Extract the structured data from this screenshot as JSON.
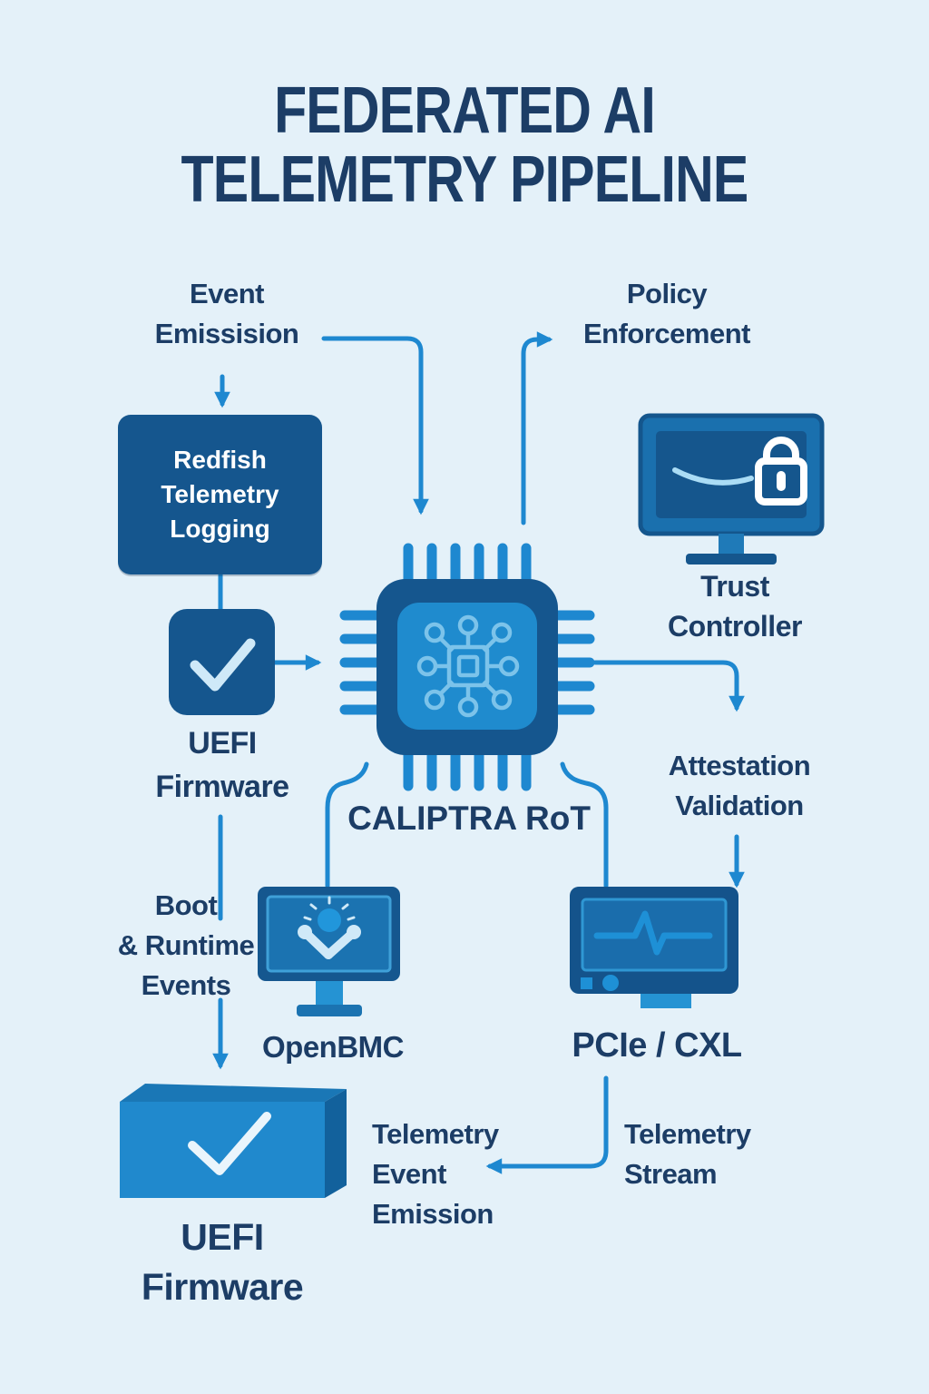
{
  "title": {
    "line1": "FEDERATED AI",
    "line2": "TELEMETRY PIPELINE"
  },
  "nodes": {
    "event_emission": {
      "line1": "Event",
      "line2": "Emissision"
    },
    "policy": {
      "line1": "Policy",
      "line2": "Enforcement"
    },
    "redfish": {
      "line1": "Redfish",
      "line2": "Telemetry",
      "line3": "Logging"
    },
    "trust": {
      "line1": "Trust",
      "line2": "Controller"
    },
    "uefi_mid": {
      "line1": "UEFI",
      "line2": "Firmware"
    },
    "caliptra": {
      "label": "CALIPTRA RoT"
    },
    "attestation": {
      "line1": "Attestation",
      "line2": "Validation"
    },
    "boot_events": {
      "line1": "Boot",
      "line2": "& Runtime",
      "line3": "Events"
    },
    "openbmc": {
      "label": "OpenBMC"
    },
    "pcie": {
      "label": "PCIe / CXL"
    },
    "uefi_bottom": {
      "line1": "UEFI",
      "line2": "Firmware"
    },
    "telemetry_event": {
      "line1": "Telemetry",
      "line2": "Event",
      "line3": "Emission"
    },
    "telemetry_stream": {
      "line1": "Telemetry",
      "line2": "Stream"
    }
  },
  "icons": {
    "caliptra": "chip-circuit-icon",
    "uefi_mid": "checkmark-icon",
    "trust": "monitor-lock-icon",
    "openbmc": "monitor-check-burst-icon",
    "pcie": "card-pulse-icon",
    "uefi_bottom": "box-3d-checkmark-icon"
  },
  "colors": {
    "background": "#e4f1f9",
    "text_navy": "#1c3d66",
    "box_navy": "#15568e",
    "accent_blue": "#1e88d0",
    "chip_inner": "#1f8bce",
    "light_icon": "#cfe9f8",
    "monitor_frame": "#1a70ae",
    "screen_navy": "#15568d",
    "bright_blue": "#2593d3",
    "box3d_front": "#2089cd",
    "box3d_top": "#1a77b6",
    "box3d_side": "#12619c"
  }
}
